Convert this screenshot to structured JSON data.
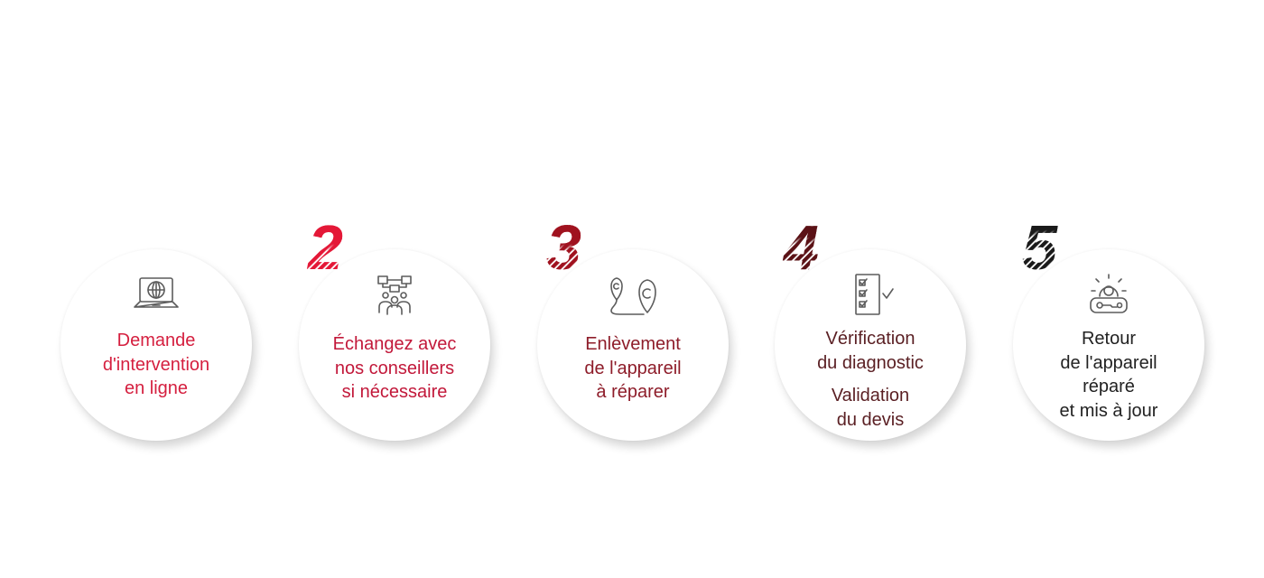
{
  "steps": [
    {
      "number": "",
      "icon": "laptop-globe-icon",
      "lines": [
        "Demande",
        "d'intervention",
        "en ligne"
      ],
      "color": "#d51f3f"
    },
    {
      "number": "2",
      "icon": "people-network-icon",
      "lines": [
        "Échangez avec",
        "nos conseillers",
        "si nécessaire"
      ],
      "color": "#c2183a",
      "number_color": "#e41837"
    },
    {
      "number": "3",
      "icon": "location-pins-route-icon",
      "lines": [
        "Enlèvement",
        "de l'appareil",
        "à réparer"
      ],
      "color": "#8e1d2a",
      "number_color": "#a0121f"
    },
    {
      "number": "4",
      "icon": "checklist-icon",
      "lines": [
        "Vérification",
        "du diagnostic"
      ],
      "lines2": [
        "Validation",
        "du devis"
      ],
      "color": "#5a1f23",
      "number_color": "#5b1216"
    },
    {
      "number": "5",
      "icon": "gear-repair-icon",
      "lines": [
        "Retour",
        "de l'appareil",
        "réparé",
        "et mis à jour"
      ],
      "color": "#222222",
      "number_color": "#1a1a1a"
    }
  ]
}
